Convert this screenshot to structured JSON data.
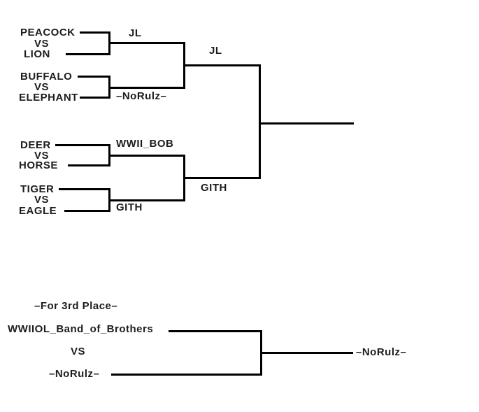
{
  "bracket": {
    "quarterfinals": [
      {
        "team1": "PEACOCK",
        "vs": "VS",
        "team2": "LION",
        "winner": "JL"
      },
      {
        "team1": "BUFFALO",
        "vs": "VS",
        "team2": "ELEPHANT",
        "winner": "–NoRulz–"
      },
      {
        "team1": "DEER",
        "vs": "VS",
        "team2": "HORSE",
        "winner": "WWII_BOB"
      },
      {
        "team1": "TIGER",
        "vs": "VS",
        "team2": "EAGLE",
        "winner": "GITH"
      }
    ],
    "semifinals": [
      {
        "winner": "JL"
      },
      {
        "winner": "GITH"
      }
    ],
    "final": {
      "winner": ""
    }
  },
  "third_place": {
    "heading": "–For 3rd Place–",
    "team1": "WWIIOL_Band_of_Brothers",
    "vs": "VS",
    "team2": "–NoRulz–",
    "winner": "–NoRulz–"
  },
  "colors": {
    "line": "#000000",
    "background": "#ffffff",
    "text": "#1d1d1d"
  }
}
